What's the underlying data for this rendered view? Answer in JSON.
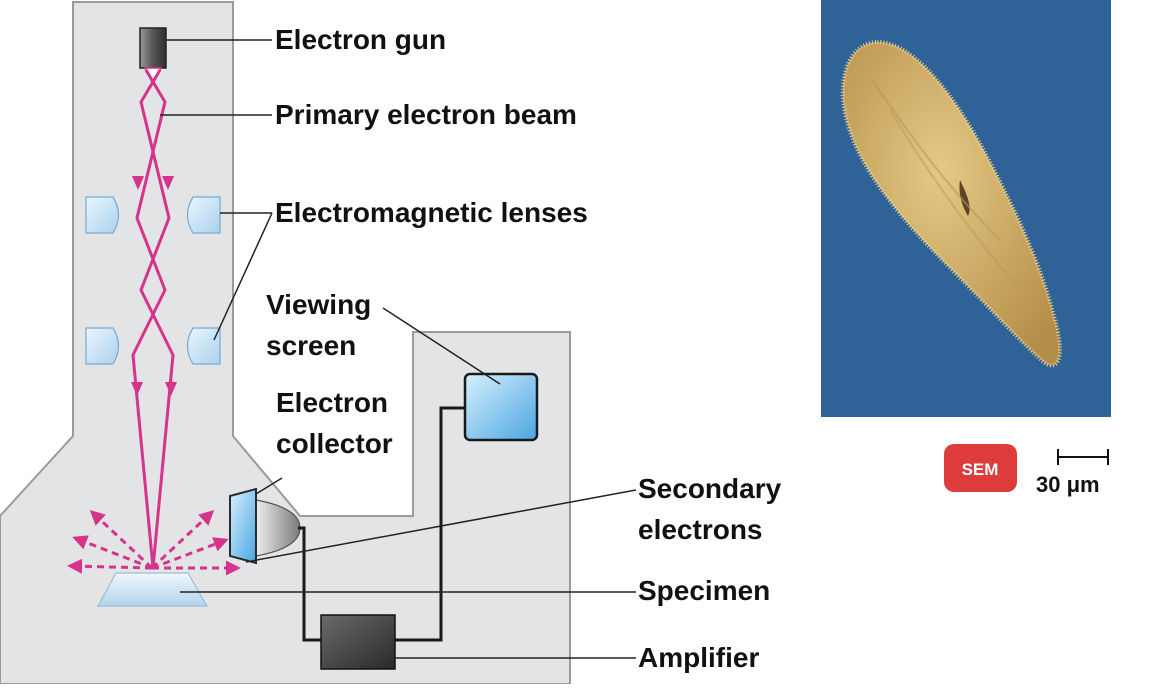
{
  "labels": {
    "electron_gun": "Electron gun",
    "primary_beam": "Primary electron beam",
    "lenses": "Electromagnetic lenses",
    "viewing_screen_1": "Viewing",
    "viewing_screen_2": "screen",
    "collector_1": "Electron",
    "collector_2": "collector",
    "secondary_1": "Secondary",
    "secondary_2": "electrons",
    "specimen": "Specimen",
    "amplifier": "Amplifier"
  },
  "micrograph": {
    "badge": "SEM",
    "scale": "30 μm"
  },
  "colors": {
    "chamber_fill": "#e3e4e6",
    "chamber_stroke": "#9a9a9a",
    "beam": "#d6338a",
    "micrograph_bg": "#2f6397",
    "organism": "#d2b06a",
    "badge": "#de3b3b"
  }
}
